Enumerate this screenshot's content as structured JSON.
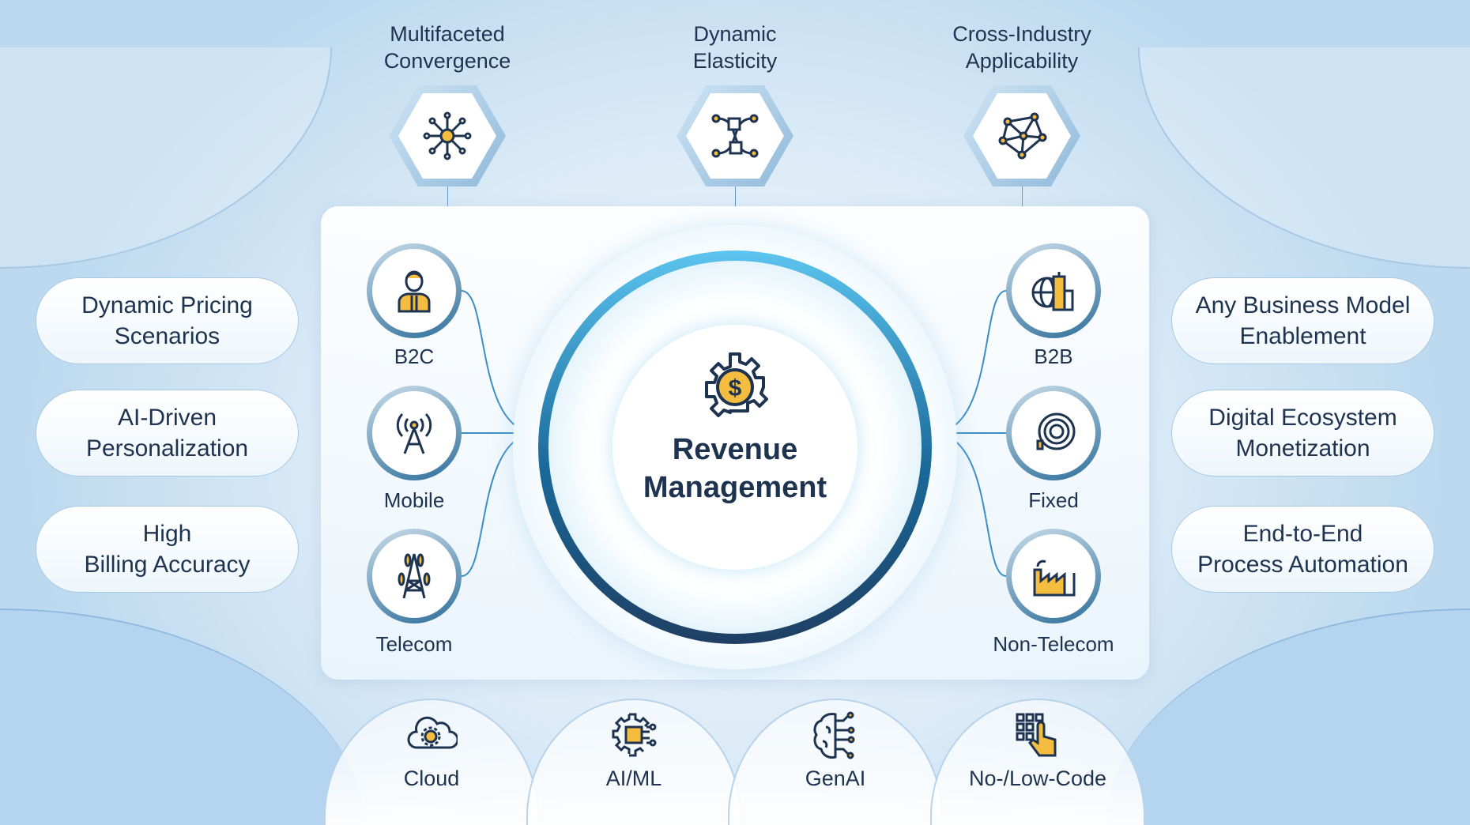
{
  "top_features": [
    {
      "line1": "Multifaceted",
      "line2": "Convergence",
      "icon": "network-hub-icon"
    },
    {
      "line1": "Dynamic",
      "line2": "Elasticity",
      "icon": "cubes-flow-icon"
    },
    {
      "line1": "Cross-Industry",
      "line2": "Applicability",
      "icon": "mesh-network-icon"
    }
  ],
  "center": {
    "line1": "Revenue",
    "line2": "Management",
    "icon": "gear-dollar-icon"
  },
  "left_nodes": [
    {
      "label": "B2C",
      "icon": "person-icon"
    },
    {
      "label": "Mobile",
      "icon": "antenna-icon"
    },
    {
      "label": "Telecom",
      "icon": "tower-icon"
    }
  ],
  "right_nodes": [
    {
      "label": "B2B",
      "icon": "globe-building-icon"
    },
    {
      "label": "Fixed",
      "icon": "fiber-icon"
    },
    {
      "label": "Non-Telecom",
      "icon": "factory-icon"
    }
  ],
  "left_pills": [
    {
      "line1": "Dynamic Pricing",
      "line2": "Scenarios"
    },
    {
      "line1": "AI-Driven",
      "line2": "Personalization"
    },
    {
      "line1": "High",
      "line2": "Billing Accuracy"
    }
  ],
  "right_pills": [
    {
      "line1": "Any Business Model",
      "line2": "Enablement"
    },
    {
      "line1": "Digital Ecosystem",
      "line2": "Monetization"
    },
    {
      "line1": "End-to-End",
      "line2": "Process Automation"
    }
  ],
  "bottom": [
    {
      "label": "Cloud",
      "icon": "cloud-gear-icon"
    },
    {
      "label": "AI/ML",
      "icon": "chip-icon"
    },
    {
      "label": "GenAI",
      "icon": "brain-circuit-icon"
    },
    {
      "label": "No-/Low-Code",
      "icon": "grid-hand-icon"
    }
  ],
  "colors": {
    "navy": "#1e3350",
    "accent": "#f5bd3f",
    "ring_top": "#5cc4ef",
    "ring_bottom": "#1f3f63"
  }
}
